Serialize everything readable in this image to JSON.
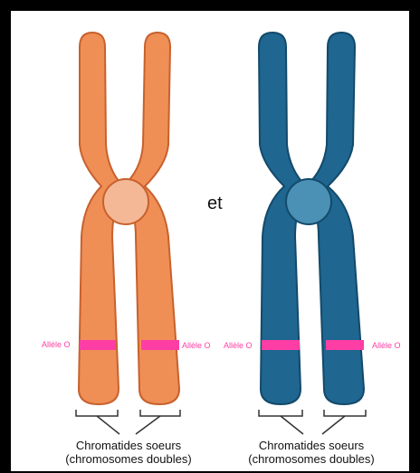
{
  "connector_word": "et",
  "left_pair": {
    "allele_left": "Allèle O",
    "allele_right": "Allèle O",
    "caption_line1": "Chromatides soeurs",
    "caption_line2": "(chromosomes doubles)"
  },
  "right_pair": {
    "allele_left": "Allèle O",
    "allele_right": "Allèle O",
    "caption_line1": "Chromatides soeurs",
    "caption_line2": "(chromosomes doubles)"
  },
  "colors": {
    "orange_body": "#ef8f56",
    "orange_outline": "#c8612d",
    "orange_centromere": "#f5b896",
    "blue_body": "#1f6691",
    "blue_outline": "#134a6a",
    "blue_centromere": "#4b90b5",
    "allele_band": "#ff3ea5"
  }
}
